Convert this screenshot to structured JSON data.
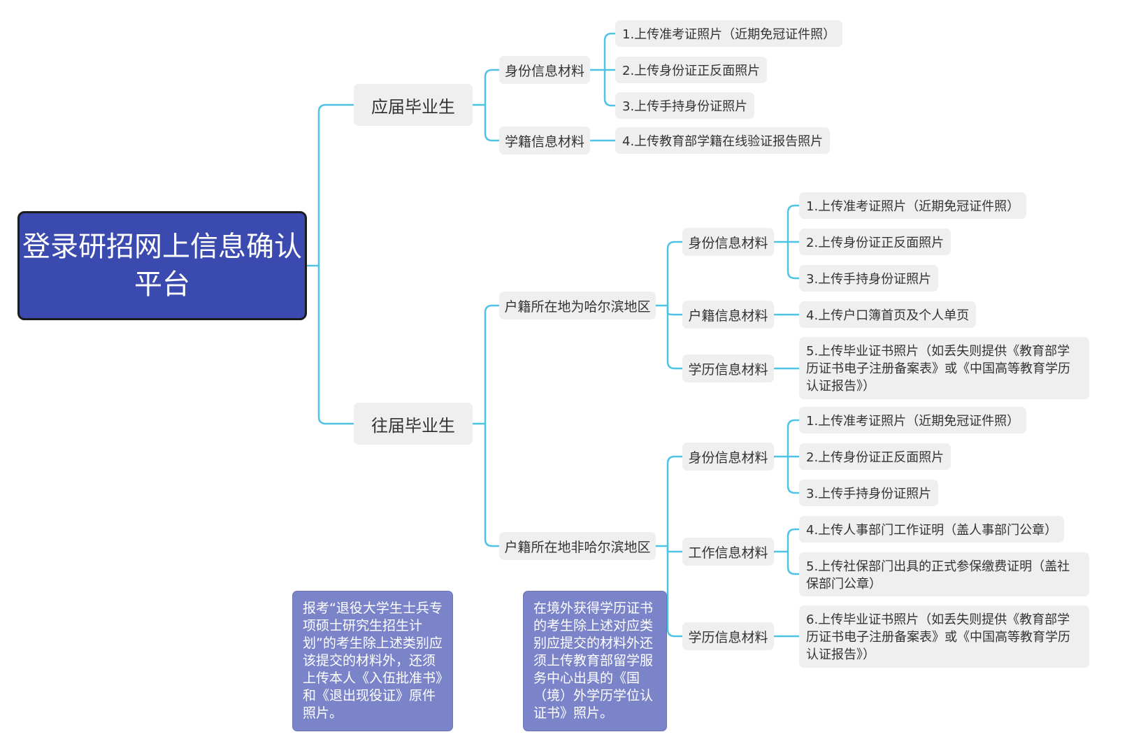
{
  "root": {
    "title": "登录研招网上信息确认平台"
  },
  "colors": {
    "connector": "#4ec3e6",
    "root_fill": "#3a4aae",
    "node_fill": "#efefef",
    "note_fill": "#7b84c9"
  },
  "fresh": {
    "label": "应届毕业生",
    "identity": {
      "label": "身份信息材料",
      "items": [
        "1.上传准考证照片（近期免冠证件照）",
        "2.上传身份证正反面照片",
        "3.上传手持身份证照片"
      ]
    },
    "academic": {
      "label": "学籍信息材料",
      "items": [
        "4.上传教育部学籍在线验证报告照片"
      ]
    }
  },
  "past": {
    "label": "往届毕业生",
    "harbin": {
      "label": "户籍所在地为哈尔滨地区",
      "identity": {
        "label": "身份信息材料",
        "items": [
          "1.上传准考证照片（近期免冠证件照）",
          "2.上传身份证正反面照片",
          "3.上传手持身份证照片"
        ]
      },
      "household": {
        "label": "户籍信息材料",
        "items": [
          "4.上传户口簿首页及个人单页"
        ]
      },
      "education": {
        "label": "学历信息材料",
        "items": [
          "5.上传毕业证书照片（如丢失则提供《教育部学历证书电子注册备案表》或《中国高等教育学历认证报告》）"
        ]
      }
    },
    "non_harbin": {
      "label": "户籍所在地非哈尔滨地区",
      "identity": {
        "label": "身份信息材料",
        "items": [
          "1.上传准考证照片（近期免冠证件照）",
          "2.上传身份证正反面照片",
          "3.上传手持身份证照片"
        ]
      },
      "work": {
        "label": "工作信息材料",
        "items": [
          "4.上传人事部门工作证明（盖人事部门公章）",
          "5.上传社保部门出具的正式参保缴费证明（盖社保部门公章）"
        ]
      },
      "education": {
        "label": "学历信息材料",
        "items": [
          "6.上传毕业证书照片（如丢失则提供《教育部学历证书电子注册备案表》或《中国高等教育学历认证报告》）"
        ]
      }
    }
  },
  "notes": [
    "报考“退役大学生士兵专项硕士研究生招生计划”的考生除上述类别应该提交的材料外，还须上传本人《入伍批准书》和《退出现役证》原件照片。",
    "在境外获得学历证书的考生除上述对应类别应提交的材料外还须上传教育部留学服务中心出具的《国（境）外学历学位认证书》照片。"
  ]
}
